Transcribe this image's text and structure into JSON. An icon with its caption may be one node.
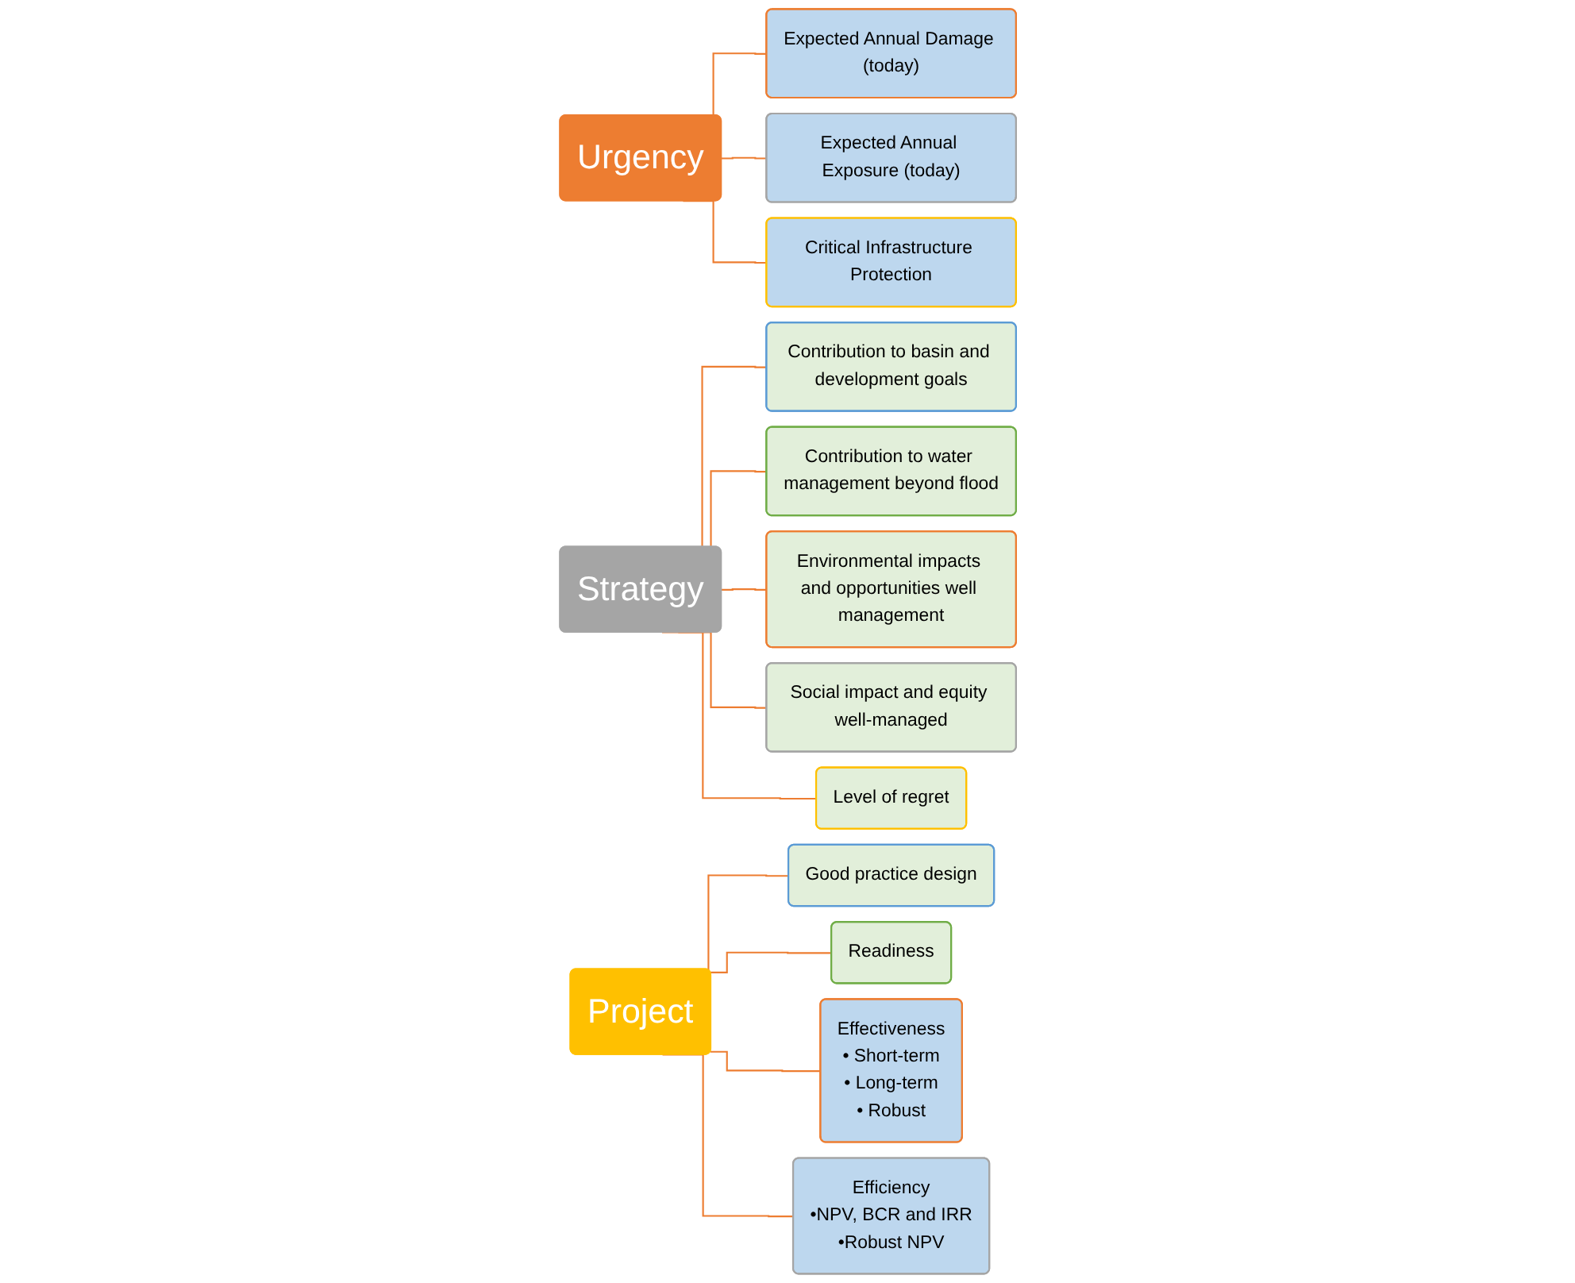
{
  "diagram": {
    "nodes": [
      {
        "text": [
          "Urgency"
        ]
      },
      {
        "text": [
          "Expected Annual Damage (today)"
        ]
      },
      {
        "text": [
          "Expected Annual Exposure (today)"
        ]
      },
      {
        "text": [
          "Critical Infrastructure Protection"
        ]
      },
      {
        "text": [
          "Strategy"
        ]
      },
      {
        "text": [
          "Contribution to basin and development goals"
        ]
      },
      {
        "text": [
          "Contribution to water management beyond flood"
        ]
      },
      {
        "text": [
          "Environmental impacts and opportunities well management"
        ]
      },
      {
        "text": [
          "Social impact and equity well-managed"
        ]
      },
      {
        "text": [
          "Level of regret"
        ]
      },
      {
        "text": [
          "Project"
        ]
      },
      {
        "text": [
          "Good practice design"
        ]
      },
      {
        "text": [
          "Readiness"
        ]
      },
      {
        "text": [
          "Effectiveness",
          "• Short-term",
          "• Long-term",
          "• Robust"
        ]
      },
      {
        "text": [
          "Efficiency",
          "•NPV, BCR and IRR",
          "•Robust NPV"
        ]
      }
    ],
    "edges": [
      {
        "from": 0,
        "to": 1,
        "arrow": "none"
      },
      {
        "from": 0,
        "to": 2,
        "arrow": "none"
      },
      {
        "from": 0,
        "to": 3,
        "arrow": "none"
      },
      {
        "from": 4,
        "to": 5,
        "arrow": "none"
      },
      {
        "from": 4,
        "to": 6,
        "arrow": "none"
      },
      {
        "from": 4,
        "to": 7,
        "arrow": "none"
      },
      {
        "from": 4,
        "to": 8,
        "arrow": "none"
      },
      {
        "from": 4,
        "to": 9,
        "arrow": "none"
      },
      {
        "from": 10,
        "to": 11,
        "arrow": "none"
      },
      {
        "from": 10,
        "to": 12,
        "arrow": "none"
      },
      {
        "from": 10,
        "to": 13,
        "arrow": "none"
      },
      {
        "from": 10,
        "to": 14,
        "arrow": "none"
      }
    ]
  }
}
